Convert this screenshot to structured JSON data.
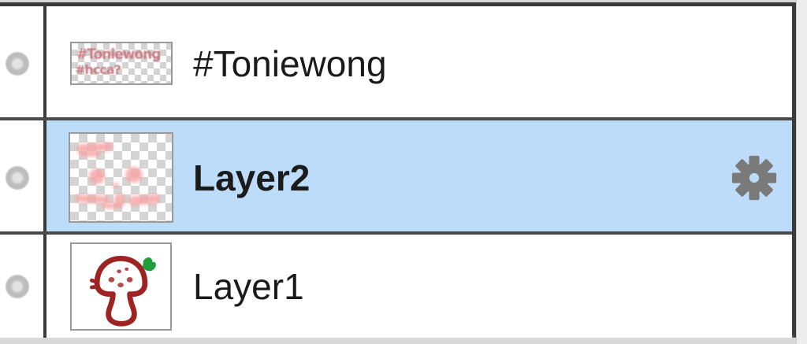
{
  "panel": {
    "name": "layers-panel",
    "selection_color": "#bcdcf9",
    "row_separator_color": "#4a4a4a",
    "background": "#ffffff",
    "gutter_color": "#ededed"
  },
  "layers": [
    {
      "name": "#Toniewong",
      "selected": false,
      "visible_toggle": "visibility-circle",
      "thumbnail": {
        "kind": "transparent-signature",
        "alt": "pink handwritten signature on transparent checkerboard",
        "lines": [
          "#Toniewong",
          "#hcca?"
        ],
        "ink_color": "#c6707a"
      },
      "has_settings_gear": false
    },
    {
      "name": "Layer2",
      "selected": true,
      "visible_toggle": "visibility-circle",
      "thumbnail": {
        "kind": "transparent-sketch",
        "alt": "pink sketch marks on transparent checkerboard",
        "ink_color": "#f6a7a7"
      },
      "has_settings_gear": true,
      "gear_label": "gear-icon",
      "gear_color": "#7a7a7a"
    },
    {
      "name": "Layer1",
      "selected": false,
      "visible_toggle": "visibility-circle",
      "thumbnail": {
        "kind": "mushroom-drawing",
        "alt": "dark red outlined mushroom character with green leaf on white",
        "ink_color": "#9e2323",
        "leaf_color": "#1f9e3a"
      },
      "has_settings_gear": false
    }
  ]
}
